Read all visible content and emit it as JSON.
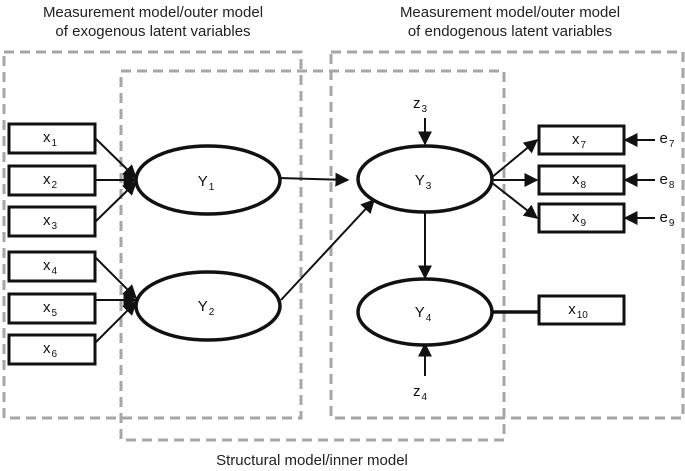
{
  "captions": {
    "exogenous_line1": "Measurement model/outer model",
    "exogenous_line2": "of exogenous latent variables",
    "endogenous_line1": "Measurement model/outer model",
    "endogenous_line2": "of endogenous latent variables",
    "structural": "Structural model/inner model"
  },
  "latent": [
    {
      "id": "Y1",
      "base": "Y",
      "sub": "1"
    },
    {
      "id": "Y2",
      "base": "Y",
      "sub": "2"
    },
    {
      "id": "Y3",
      "base": "Y",
      "sub": "3"
    },
    {
      "id": "Y4",
      "base": "Y",
      "sub": "4"
    }
  ],
  "indicators": [
    {
      "id": "x1",
      "base": "x",
      "sub": "1"
    },
    {
      "id": "x2",
      "base": "x",
      "sub": "2"
    },
    {
      "id": "x3",
      "base": "x",
      "sub": "3"
    },
    {
      "id": "x4",
      "base": "x",
      "sub": "4"
    },
    {
      "id": "x5",
      "base": "x",
      "sub": "5"
    },
    {
      "id": "x6",
      "base": "x",
      "sub": "6"
    },
    {
      "id": "x7",
      "base": "x",
      "sub": "7"
    },
    {
      "id": "x8",
      "base": "x",
      "sub": "8"
    },
    {
      "id": "x9",
      "base": "x",
      "sub": "9"
    },
    {
      "id": "x10",
      "base": "x",
      "sub": "10"
    }
  ],
  "errors": [
    {
      "id": "z3",
      "base": "z",
      "sub": "3"
    },
    {
      "id": "z4",
      "base": "z",
      "sub": "4"
    },
    {
      "id": "e7",
      "base": "e",
      "sub": "7"
    },
    {
      "id": "e8",
      "base": "e",
      "sub": "8"
    },
    {
      "id": "e9",
      "base": "e",
      "sub": "9"
    }
  ],
  "colors": {
    "dashed_frame": "#a6a6a6",
    "stroke": "#111111",
    "text": "#222222"
  }
}
